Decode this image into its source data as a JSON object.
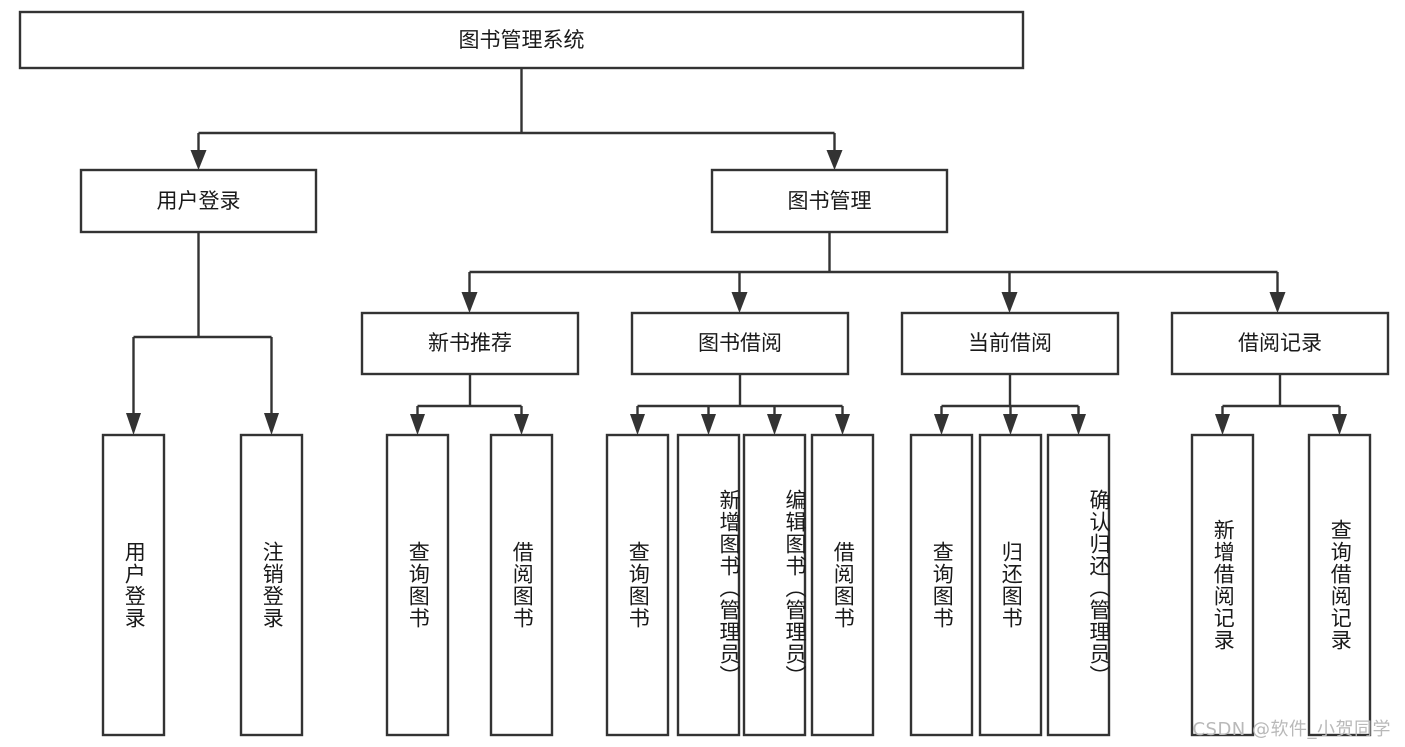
{
  "diagram": {
    "title": "图书管理系统",
    "watermark": "CSDN @软件_小贺同学",
    "type": "tree-hierarchy",
    "orientation": "top-down",
    "colors": {
      "box_stroke": "#333333",
      "box_fill": "#ffffff",
      "text": "#1a1a1a",
      "connector": "#333333",
      "watermark": "#b9b9b9",
      "background": "#ffffff"
    }
  },
  "nodes": {
    "root": {
      "label": "图书管理系统",
      "level": 1
    },
    "l2": [
      {
        "id": "user-login",
        "label": "用户登录",
        "level": 2
      },
      {
        "id": "book-management",
        "label": "图书管理",
        "level": 2
      }
    ],
    "l3": [
      {
        "id": "new-book-recommend",
        "label": "新书推荐",
        "level": 3,
        "parent": "book-management"
      },
      {
        "id": "book-borrow",
        "label": "图书借阅",
        "level": 3,
        "parent": "book-management"
      },
      {
        "id": "current-borrow",
        "label": "当前借阅",
        "level": 3,
        "parent": "book-management"
      },
      {
        "id": "borrow-record",
        "label": "借阅记录",
        "level": 3,
        "parent": "book-management"
      }
    ],
    "leaves": [
      {
        "id": "leaf-user-login",
        "label": "用户登录",
        "parent": "user-login"
      },
      {
        "id": "leaf-user-logout",
        "label": "注销登录",
        "parent": "user-login"
      },
      {
        "id": "leaf-query-book-1",
        "label": "查询图书",
        "parent": "new-book-recommend"
      },
      {
        "id": "leaf-borrow-book-1",
        "label": "借阅图书",
        "parent": "new-book-recommend"
      },
      {
        "id": "leaf-query-book-2",
        "label": "查询图书",
        "parent": "book-borrow"
      },
      {
        "id": "leaf-add-book",
        "label": "新增图书（管理员）",
        "parent": "book-borrow"
      },
      {
        "id": "leaf-edit-book",
        "label": "编辑图书（管理员）",
        "parent": "book-borrow"
      },
      {
        "id": "leaf-borrow-book-2",
        "label": "借阅图书",
        "parent": "book-borrow"
      },
      {
        "id": "leaf-query-book-3",
        "label": "查询图书",
        "parent": "current-borrow"
      },
      {
        "id": "leaf-return-book",
        "label": "归还图书",
        "parent": "current-borrow"
      },
      {
        "id": "leaf-confirm-return",
        "label": "确认归还（管理员）",
        "parent": "current-borrow"
      },
      {
        "id": "leaf-add-record",
        "label": "新增借阅记录",
        "parent": "borrow-record"
      },
      {
        "id": "leaf-query-record",
        "label": "查询借阅记录",
        "parent": "borrow-record"
      }
    ]
  }
}
